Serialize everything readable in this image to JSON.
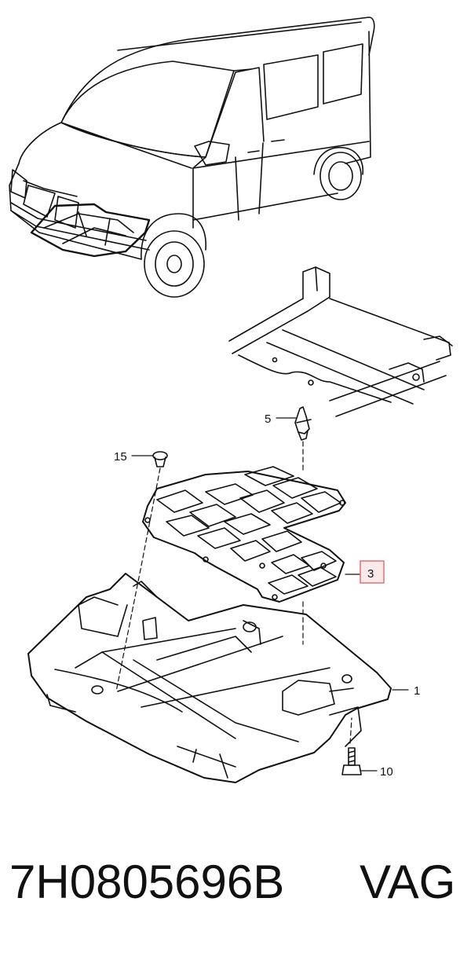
{
  "callouts": [
    {
      "id": "1",
      "label": "1",
      "highlighted": false
    },
    {
      "id": "3",
      "label": "3",
      "highlighted": true
    },
    {
      "id": "5",
      "label": "5",
      "highlighted": false
    },
    {
      "id": "10",
      "label": "10",
      "highlighted": false
    },
    {
      "id": "15",
      "label": "15",
      "highlighted": false
    }
  ],
  "footer": {
    "part_number": "7H0805696B",
    "brand": "VAG"
  },
  "colors": {
    "line": "#111111",
    "highlight_box": "#e06a6a",
    "highlight_fill": "#fbeaea",
    "background": "#ffffff"
  }
}
